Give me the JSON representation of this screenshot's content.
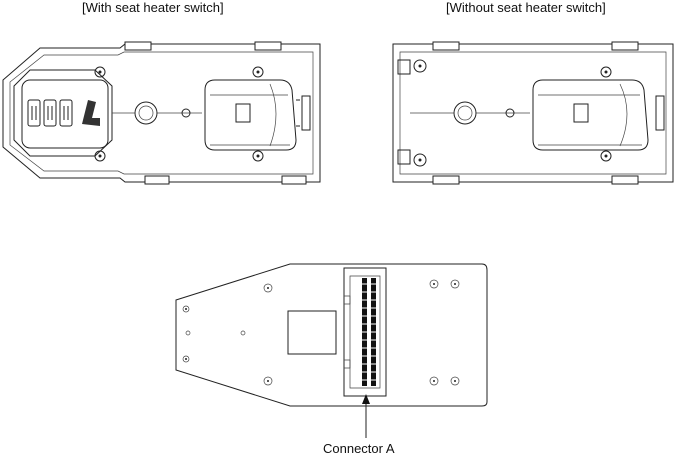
{
  "labels": {
    "with_switch": "[With seat heater switch]",
    "without_switch": "[Without seat heater switch]",
    "connector": "Connector A"
  }
}
